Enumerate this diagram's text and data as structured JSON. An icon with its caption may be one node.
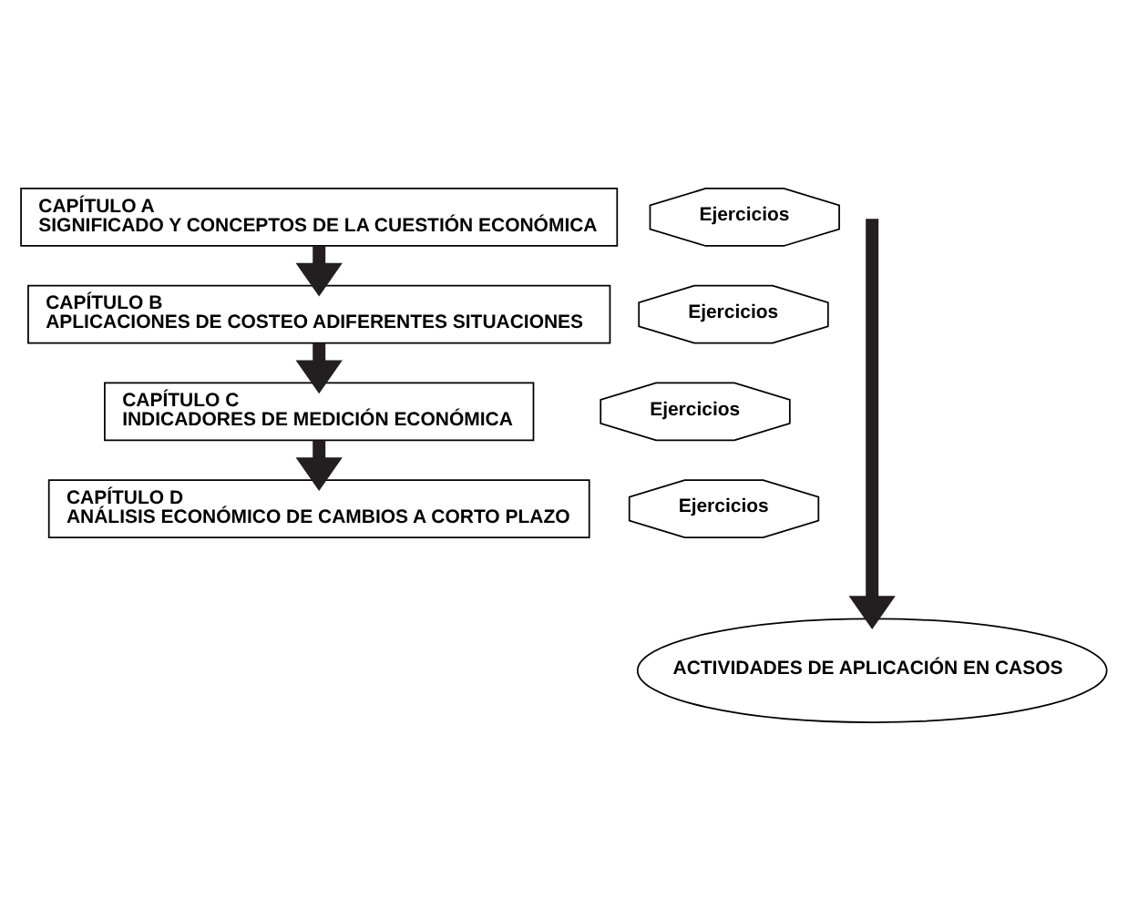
{
  "diagram": {
    "nodes": [
      {
        "text": [
          "CAPÍTULO A",
          "SIGNIFICADO Y CONCEPTOS DE LA CUESTIÓN ECONÓMICA"
        ]
      },
      {
        "text": [
          "Ejercicios"
        ]
      },
      {
        "text": [
          "CAPÍTULO B",
          "APLICACIONES DE COSTEO ADIFERENTES SITUACIONES"
        ]
      },
      {
        "text": [
          "Ejercicios"
        ]
      },
      {
        "text": [
          "CAPÍTULO C",
          "INDICADORES DE MEDICIÓN ECONÓMICA"
        ]
      },
      {
        "text": [
          "Ejercicios"
        ]
      },
      {
        "text": [
          "CAPÍTULO D",
          "ANÁLISIS ECONÓMICO DE CAMBIOS A CORTO PLAZO"
        ]
      },
      {
        "text": [
          "Ejercicios"
        ]
      },
      {
        "text": [
          "ACTIVIDADES DE APLICACIÓN EN CASOS"
        ]
      }
    ],
    "edges": [
      {
        "from": 0,
        "to": 2,
        "arrow": "to"
      },
      {
        "from": 2,
        "to": 4,
        "arrow": "to"
      },
      {
        "from": 4,
        "to": 6,
        "arrow": "to"
      },
      {
        "from": null,
        "to": 8,
        "arrow": "to"
      }
    ]
  }
}
